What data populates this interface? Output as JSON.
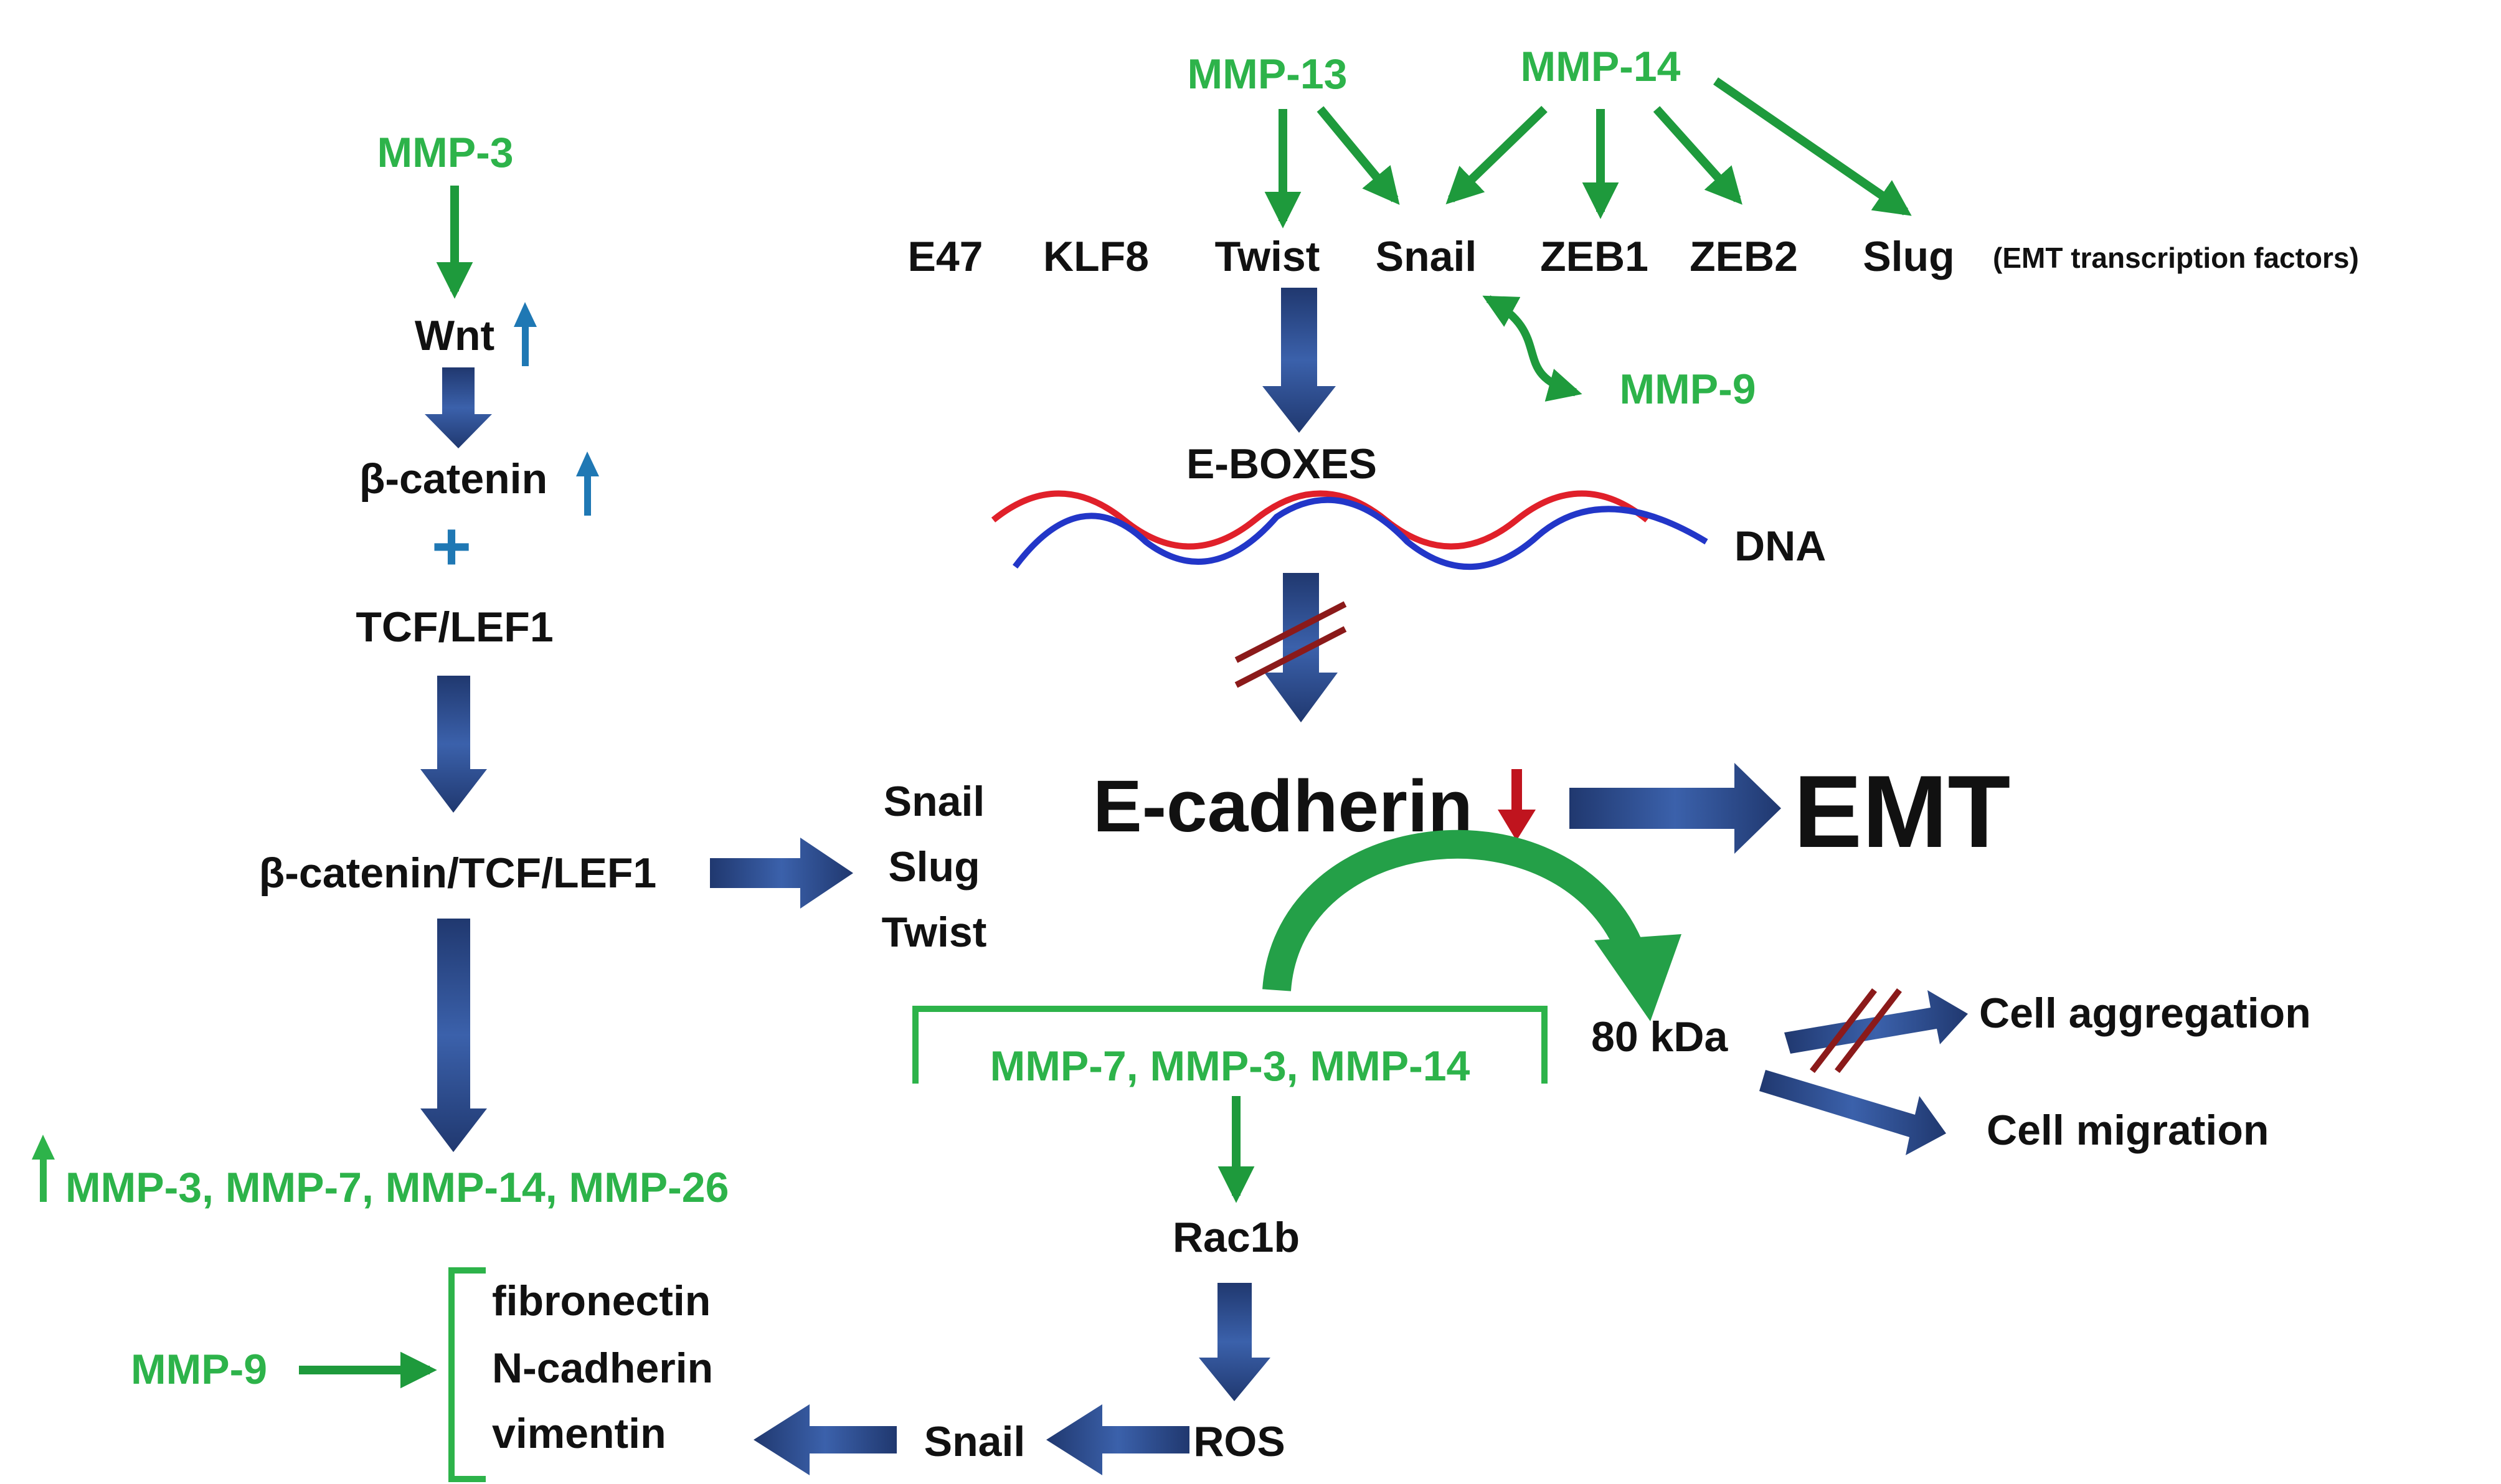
{
  "colors": {
    "mmp_text": "#2db34a",
    "green_arrow": "#1e9a3c",
    "blue_arrow": "#2a4a8a",
    "up_arrow": "#1f78b4",
    "down_arrow": "#c0141e",
    "block_mark": "#8b1a1a",
    "dna_red": "#e0202a",
    "dna_blue": "#2236c8",
    "text": "#111111"
  },
  "top": {
    "mmp13": "MMP-13",
    "mmp14": "MMP-14",
    "mmp9": "MMP-9",
    "tf_note": "(EMT transcription factors)",
    "factors": [
      "E47",
      "KLF8",
      "Twist",
      "Snail",
      "ZEB1",
      "ZEB2",
      "Slug"
    ]
  },
  "dna": {
    "eboxes": "E-BOXES",
    "label": "DNA"
  },
  "center": {
    "ecadherin": "E-cadherin",
    "emt": "EMT",
    "mmp_group": "MMP-7, MMP-3, MMP-14",
    "kda": "80 kDa",
    "aggregation": "Cell aggregation",
    "migration": "Cell migration",
    "rac1b": "Rac1b",
    "ros": "ROS",
    "snail": "Snail"
  },
  "left": {
    "mmp3": "MMP-3",
    "wnt": "Wnt",
    "bcatenin": "β-catenin",
    "plus": "+",
    "tcf": "TCF/LEF1",
    "complex": "β-catenin/TCF/LEF1",
    "targets": [
      "Snail",
      "Slug",
      "Twist"
    ],
    "mmp_list": "MMP-3, MMP-7, MMP-14, MMP-26"
  },
  "bottom": {
    "mmp9": "MMP-9",
    "markers": [
      "fibronectin",
      "N-cadherin",
      "vimentin"
    ]
  }
}
